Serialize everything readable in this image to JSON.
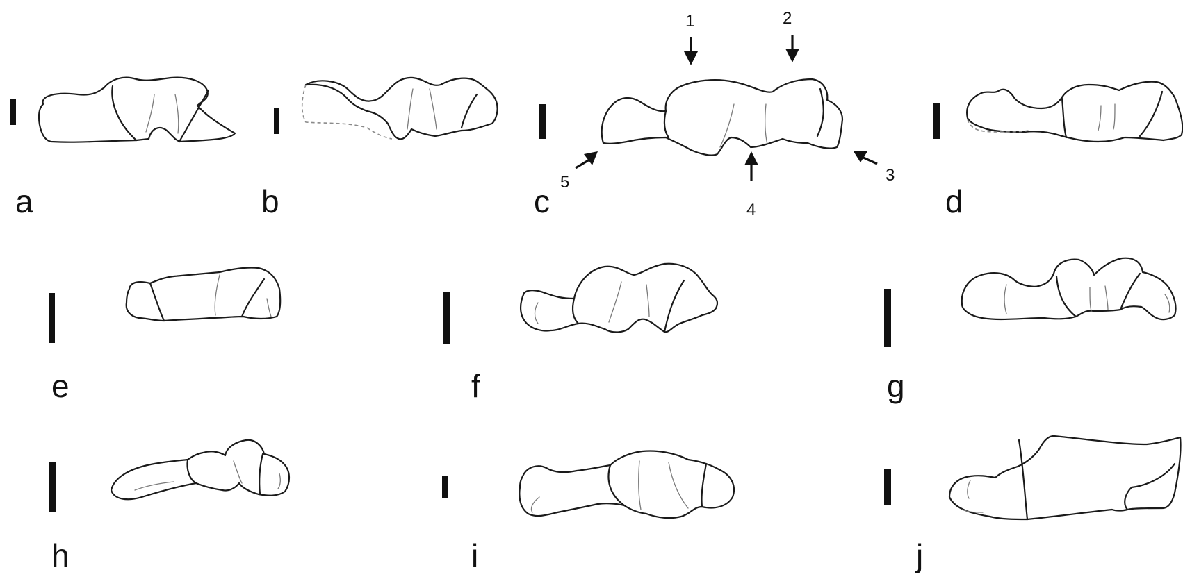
{
  "panels": [
    {
      "id": "a",
      "label": "a"
    },
    {
      "id": "b",
      "label": "b"
    },
    {
      "id": "c",
      "label": "c"
    },
    {
      "id": "d",
      "label": "d"
    },
    {
      "id": "e",
      "label": "e"
    },
    {
      "id": "f",
      "label": "f"
    },
    {
      "id": "g",
      "label": "g"
    },
    {
      "id": "h",
      "label": "h"
    },
    {
      "id": "i",
      "label": "i"
    },
    {
      "id": "j",
      "label": "j"
    }
  ],
  "arrows": [
    {
      "id": "1",
      "label": "1"
    },
    {
      "id": "2",
      "label": "2"
    },
    {
      "id": "3",
      "label": "3"
    },
    {
      "id": "4",
      "label": "4"
    },
    {
      "id": "5",
      "label": "5"
    }
  ],
  "colors": {
    "stroke": "#1a1a1a",
    "detail": "#7a7a7a",
    "background": "#ffffff"
  }
}
